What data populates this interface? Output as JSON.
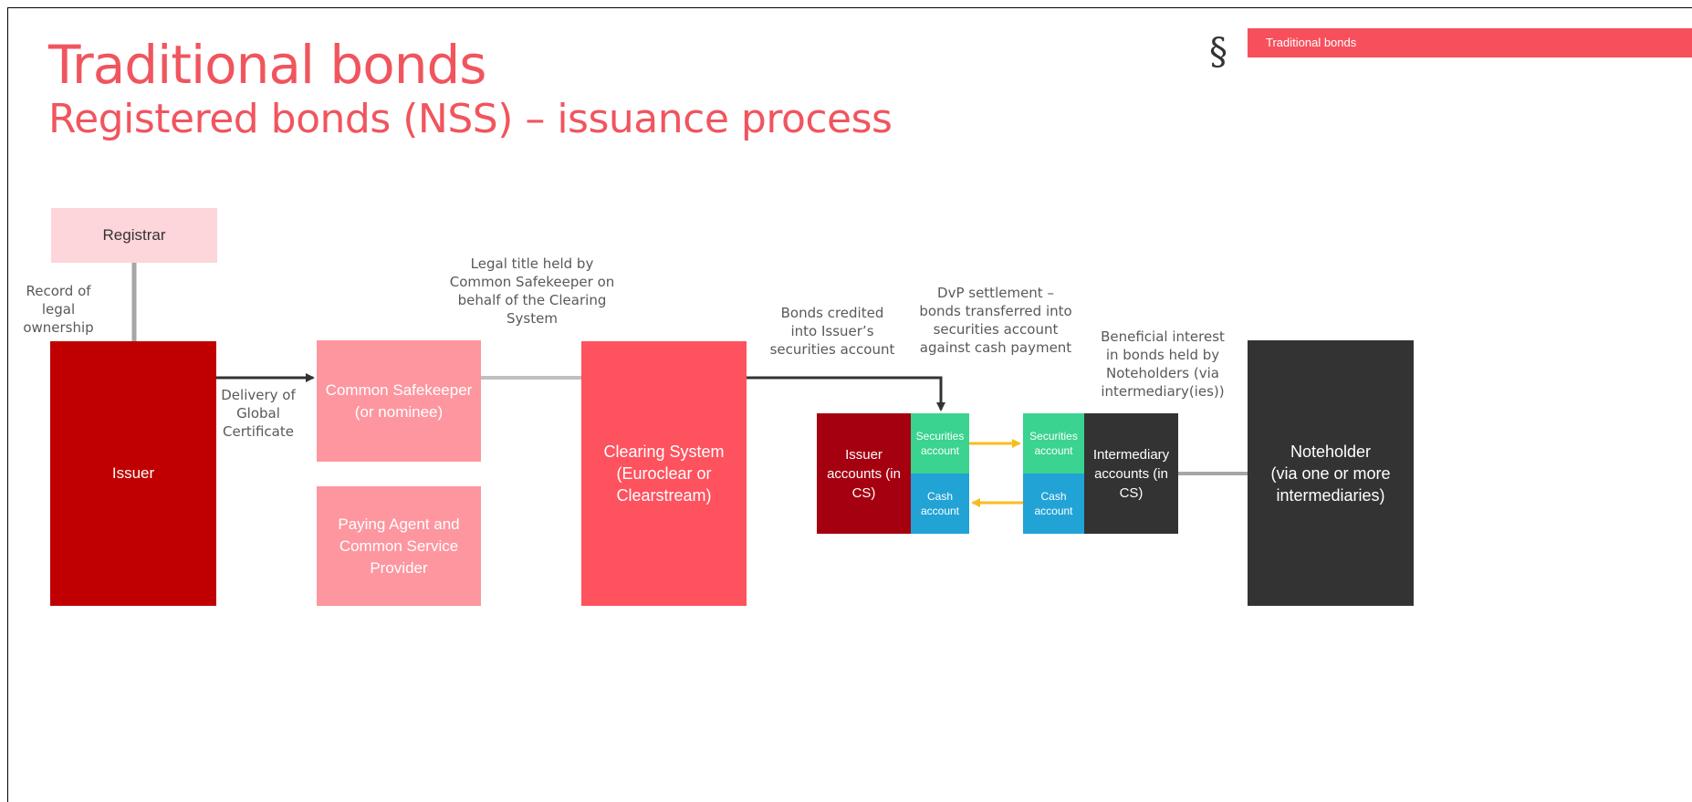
{
  "header": {
    "title": "Traditional bonds",
    "subtitle": "Registered bonds (NSS) – issuance process",
    "logo_glyph": "§",
    "tag": "Traditional bonds"
  },
  "boxes": {
    "registrar": "Registrar",
    "issuer": "Issuer",
    "common_safekeeper": "Common Safekeeper\n(or nominee)",
    "paying_agent": "Paying Agent and\nCommon Service\nProvider",
    "clearing_system": "Clearing System\n(Euroclear or\nClearstream)",
    "issuer_accounts": "Issuer\naccounts  (in\nCS)",
    "issuer_securities": "Securities\naccount",
    "issuer_cash": "Cash\naccount",
    "intermediary_securities": "Securities\naccount",
    "intermediary_cash": "Cash\naccount",
    "intermediary_accounts": "Intermediary\naccounts  (in\nCS)",
    "noteholder": "Noteholder\n(via one or more\nintermediaries)"
  },
  "labels": {
    "record_legal": "Record of legal\nownership",
    "delivery": "Delivery of\nGlobal\nCertificate",
    "legal_title": "Legal title held by\nCommon Safekeeper on\nbehalf of the Clearing\nSystem",
    "bonds_credited": "Bonds credited\ninto Issuer’s\nsecurities account",
    "dvp": "DvP settlement –\nbonds transferred into\nsecurities account\nagainst cash payment",
    "beneficial": "Beneficial interest\nin bonds held by\nNoteholders (via\nintermediary(ies))"
  },
  "colors": {
    "title_red": "#f0555e",
    "issuer_red": "#c00000",
    "registrar_pink": "#fcd6da",
    "safekeeper_pink": "#fd969f",
    "clearing_red": "#fe525e",
    "issuer_accounts_dark_red": "#a50010",
    "securities_green": "#3ad38f",
    "cash_blue": "#22a3d6",
    "dark_gray": "#333333",
    "arrow_yellow": "#f7bd1c",
    "line_gray": "#a6a6a6"
  }
}
